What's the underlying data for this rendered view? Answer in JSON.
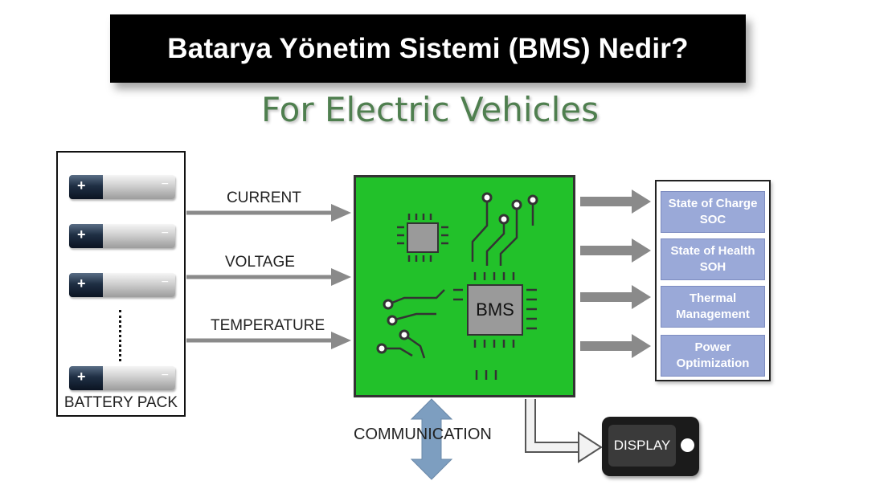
{
  "header": {
    "title": "Batarya Yönetim Sistemi (BMS) Nedir?",
    "subtitle": "For Electric Vehicles"
  },
  "battery_pack": {
    "label": "BATTERY PACK",
    "plus": "+",
    "minus": "−"
  },
  "signals": {
    "current": "CURRENT",
    "voltage": "VOLTAGE",
    "temperature": "TEMPERATURE"
  },
  "bms": {
    "chip_label": "BMS"
  },
  "outputs": [
    {
      "line1": "State of Charge",
      "line2": "SOC"
    },
    {
      "line1": "State of Health",
      "line2": "SOH"
    },
    {
      "line1": "Thermal",
      "line2": "Management"
    },
    {
      "line1": "Power",
      "line2": "Optimization"
    }
  ],
  "communication": {
    "label": "COMMUNICATION"
  },
  "display": {
    "label": "DISPLAY"
  },
  "colors": {
    "board": "#22c12a",
    "output_box": "#9aa9d8",
    "subtitle": "#4f7f4f",
    "arrow_gray": "#8a8a8a",
    "comm_arrow": "#7d9ec0"
  }
}
